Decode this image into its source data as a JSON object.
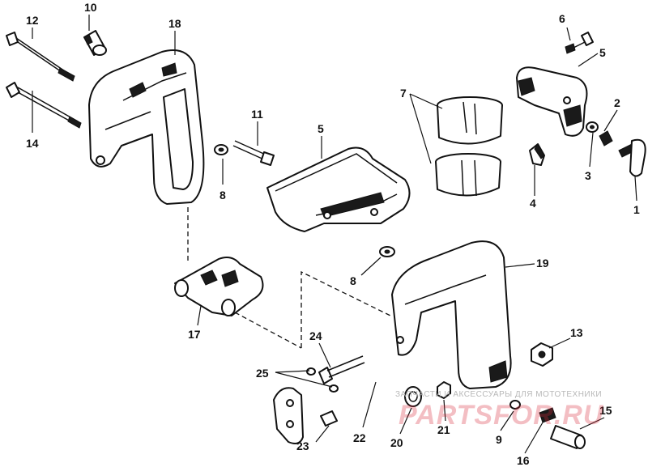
{
  "diagram": {
    "callouts": [
      "1",
      "2",
      "3",
      "4",
      "5",
      "5",
      "6",
      "7",
      "8",
      "8",
      "9",
      "10",
      "11",
      "12",
      "13",
      "14",
      "15",
      "16",
      "17",
      "18",
      "19",
      "20",
      "21",
      "22",
      "23",
      "24",
      "25"
    ]
  },
  "watermark": {
    "tagline": "ЗАПЧАСТИ И АКСЕССУАРЫ ДЛЯ МОТОТЕХНИКИ",
    "logo": "PARTSFOR.RU",
    "color": "#d62839"
  }
}
